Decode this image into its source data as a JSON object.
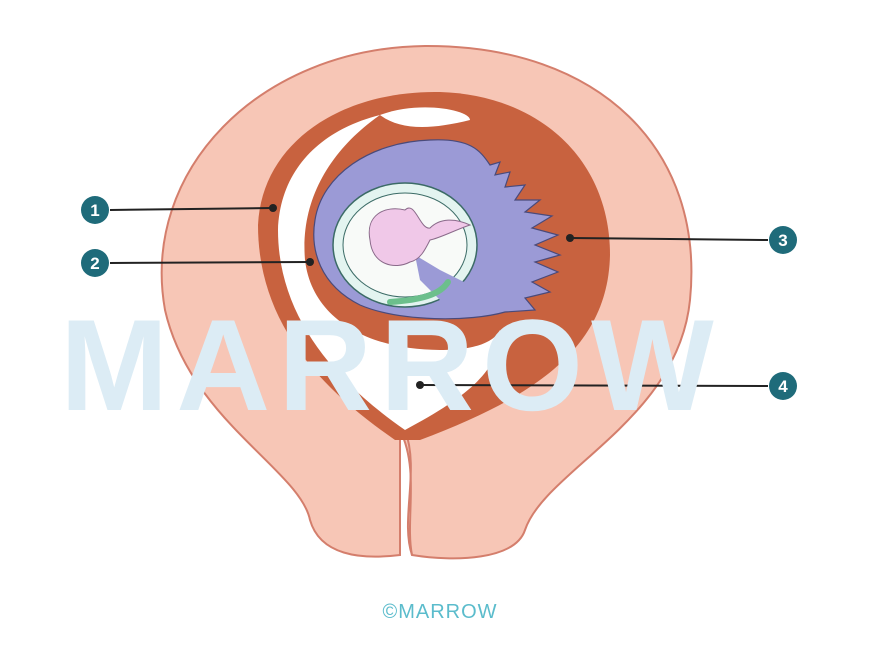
{
  "watermark": "MARROW",
  "labels": [
    {
      "number": "1"
    },
    {
      "number": "2"
    },
    {
      "number": "3"
    },
    {
      "number": "4"
    }
  ],
  "copyright": "©MARROW",
  "colors": {
    "myometrium": "#f7c6b6",
    "decidua": "#c8623f",
    "chorion": "#9b9ad6",
    "amnion": "#e3f4f0",
    "embryo": "#f0c8e8",
    "yolk": "#6cbf8c",
    "label_circle": "#1f6b7a"
  }
}
